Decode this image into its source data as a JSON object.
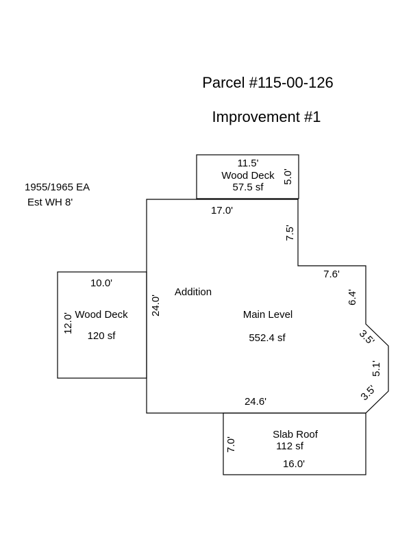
{
  "title": "Parcel #115-00-126",
  "subtitle": "Improvement #1",
  "notes": [
    "1955/1965 EA",
    "Est WH 8'"
  ],
  "top_deck": {
    "name": "Wood Deck",
    "area": "57.5 sf",
    "width": "11.5'",
    "depth": "5.0'"
  },
  "main": {
    "name": "Main Level",
    "sub_label": "Addition",
    "area": "552.4 sf",
    "dims": {
      "top": "17.0'",
      "right_upper": "7.5'",
      "step": "7.6'",
      "right_mid": "6.4'",
      "diag_upper": "3.5'",
      "right_bay": "5.1'",
      "diag_lower": "3.5'",
      "bottom": "24.6'",
      "left": "24.0'"
    }
  },
  "left_deck": {
    "name": "Wood Deck",
    "area": "120 sf",
    "width": "10.0'",
    "depth": "12.0'"
  },
  "slab_roof": {
    "name": "Slab Roof",
    "area": "112 sf",
    "width": "16.0'",
    "depth": "7.0'"
  },
  "colors": {
    "line": "#000000",
    "background": "#ffffff"
  }
}
